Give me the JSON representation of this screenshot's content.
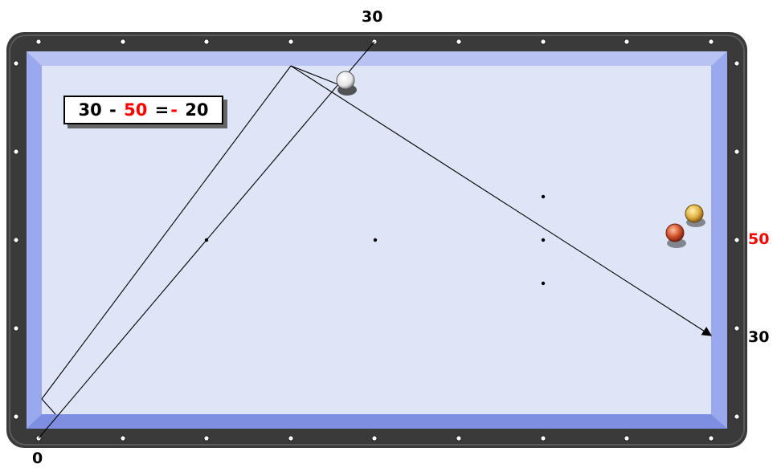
{
  "labels": {
    "top_diamond": "30",
    "bottom_left_corner": "0",
    "right_diamond_upper": "50",
    "right_diamond_lower": "30"
  },
  "formula": {
    "first": "30",
    "op_minus": " - ",
    "second": "50",
    "equals": " =",
    "neg_sign": "- ",
    "result": "20"
  },
  "colors": {
    "rail": "#3a3a3a",
    "cushion": "#9aa9ee",
    "cloth": "#dde5f7",
    "accent_red": "#ff0000",
    "text": "#000000"
  },
  "balls": {
    "cue_ball": "white-ball",
    "object_ball_1": "yellow-ball",
    "object_ball_2": "red-ball"
  }
}
